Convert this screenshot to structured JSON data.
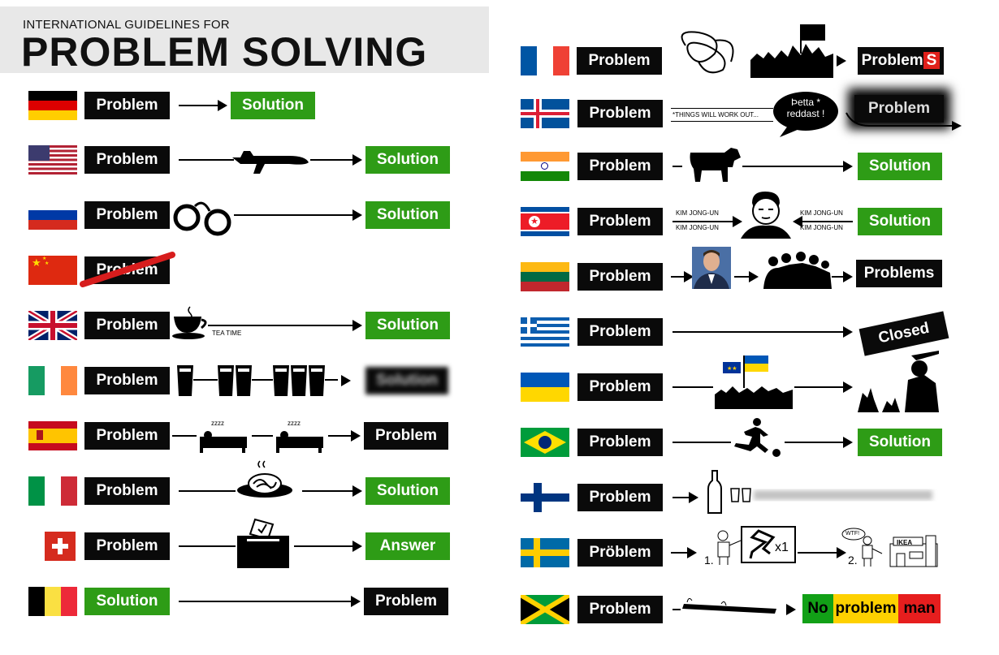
{
  "header": {
    "subtitle": "INTERNATIONAL GUIDELINES FOR",
    "title": "PROBLEM SOLVING"
  },
  "left": [
    {
      "country": "Germany",
      "label": "Problem",
      "result": "Solution"
    },
    {
      "country": "USA",
      "label": "Problem",
      "result": "Solution"
    },
    {
      "country": "Russia",
      "label": "Problem",
      "result": "Solution"
    },
    {
      "country": "China",
      "label": "Problem"
    },
    {
      "country": "UK",
      "label": "Problem",
      "note": "TEA TIME",
      "result": "Solution"
    },
    {
      "country": "Ireland",
      "label": "Problem",
      "result": "Solution"
    },
    {
      "country": "Spain",
      "label": "Problem",
      "result": "Problem"
    },
    {
      "country": "Italy",
      "label": "Problem",
      "result": "Solution"
    },
    {
      "country": "Switzerland",
      "label": "Problem",
      "result": "Answer"
    },
    {
      "country": "Belgium",
      "label": "Solution",
      "result": "Problem"
    }
  ],
  "right": [
    {
      "country": "France",
      "label": "Problem",
      "result": "Problem",
      "result_suffix": "S"
    },
    {
      "country": "Iceland",
      "label": "Problem",
      "note": "*THINGS WILL WORK OUT...",
      "bubble1": "Þetta *",
      "bubble2": "reddast !",
      "result": "Problem"
    },
    {
      "country": "India",
      "label": "Problem",
      "result": "Solution"
    },
    {
      "country": "North Korea",
      "label": "Problem",
      "tag": "KIM JONG-UN",
      "result": "Solution"
    },
    {
      "country": "Lithuania",
      "label": "Problem",
      "result": "Problems"
    },
    {
      "country": "Greece",
      "label": "Problem",
      "result": "Closed"
    },
    {
      "country": "Ukraine",
      "label": "Problem"
    },
    {
      "country": "Brazil",
      "label": "Problem",
      "result": "Solution"
    },
    {
      "country": "Finland",
      "label": "Problem"
    },
    {
      "country": "Sweden",
      "label": "Pröblem",
      "step1": "1.",
      "step2": "2.",
      "mult": "x1",
      "wtf": "WTF!",
      "ikea": "IKEA"
    },
    {
      "country": "Jamaica",
      "label": "Problem",
      "result": [
        "No",
        "problem",
        "man"
      ]
    }
  ]
}
